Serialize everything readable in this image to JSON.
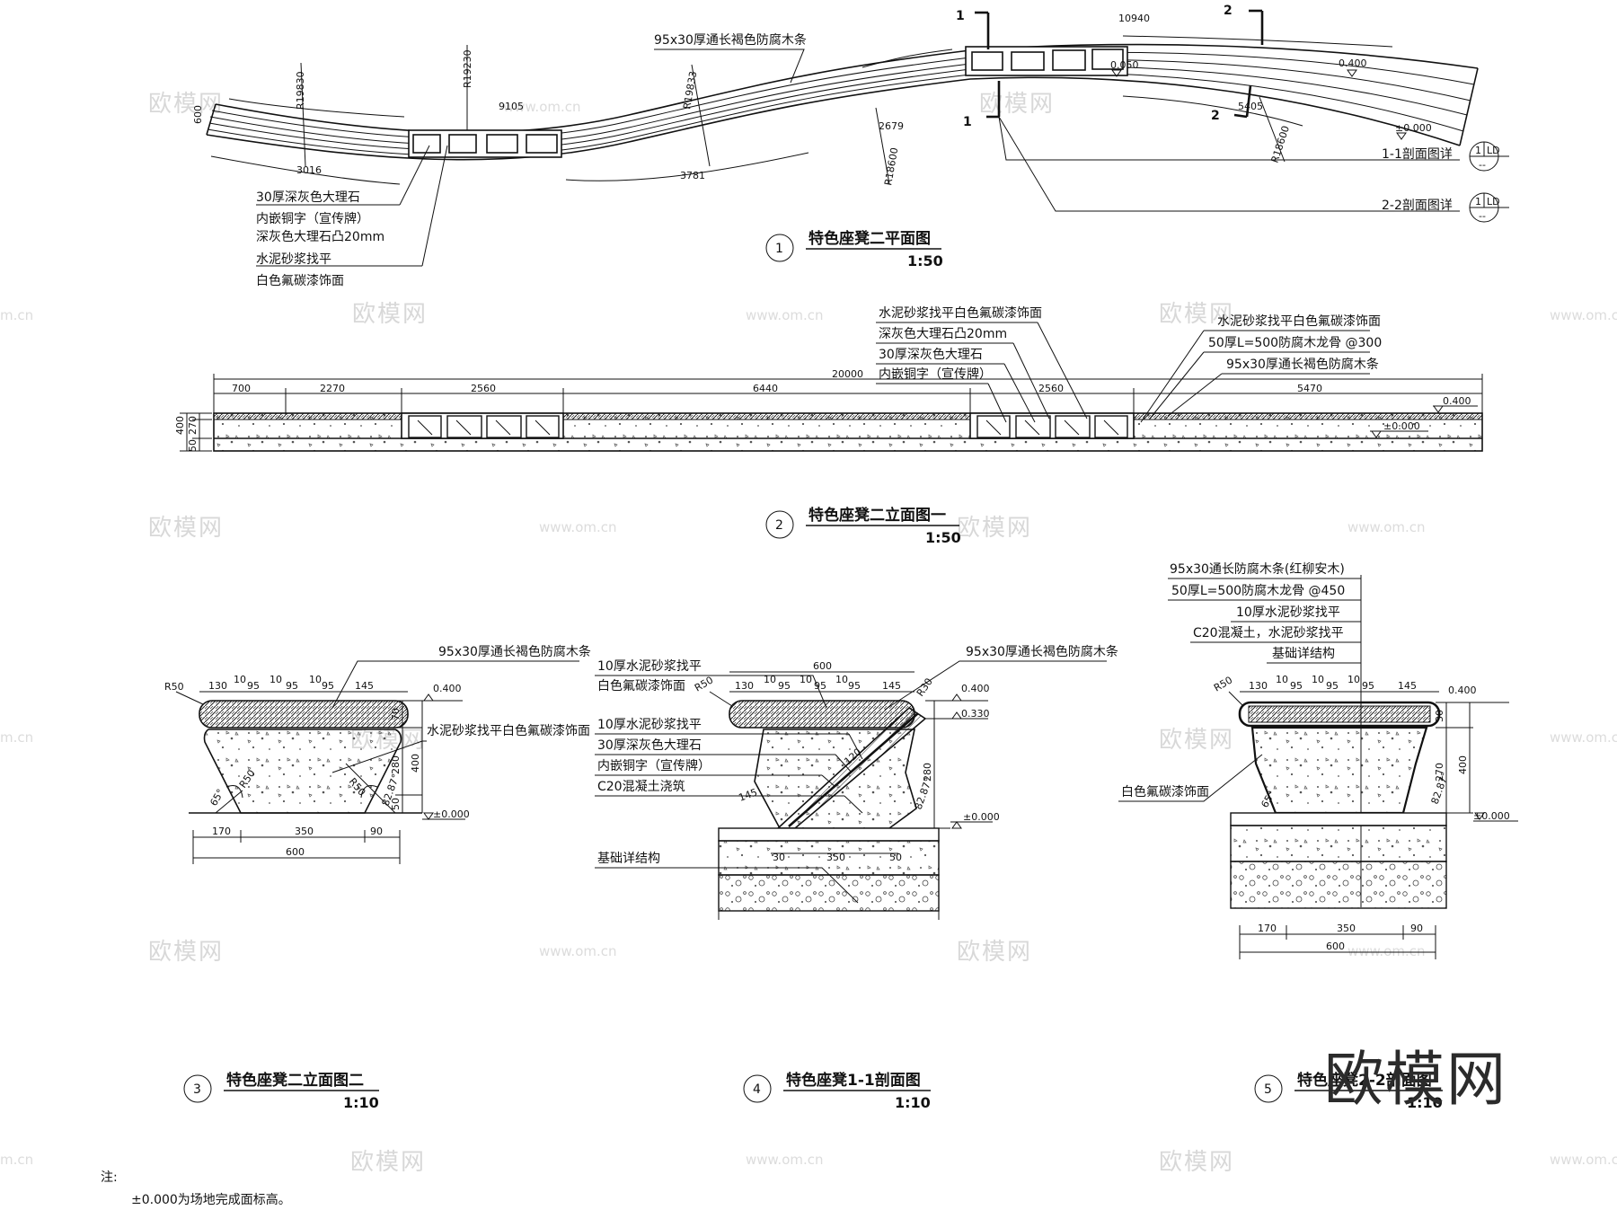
{
  "watermark": {
    "brand": "欧模网",
    "url": "www.om.cn",
    "url_edge": "m.cn",
    "logo": "欧模网"
  },
  "plan": {
    "number": "1",
    "title": "特色座凳二平面图",
    "scale": "1:50",
    "wood_label": "95x30厚通长褐色防腐木条",
    "leaders": [
      "30厚深灰色大理石",
      "内嵌铜字（宣传牌）",
      "深灰色大理石凸20mm",
      "水泥砂浆找平",
      "白色氟碳漆饰面"
    ],
    "radii": [
      "R19830",
      "R19230",
      "R19833",
      "R18600",
      "R18600"
    ],
    "dims": [
      "600",
      "3016",
      "9105",
      "3781",
      "2679",
      "10940",
      "5405"
    ],
    "levels": [
      "0.400",
      "0.050",
      "±0.000"
    ],
    "cut_marks": [
      "1",
      "1",
      "2",
      "2"
    ],
    "refs": [
      {
        "text": "1-1剖面图详",
        "num": "1",
        "code": "LD",
        "sub": "--"
      },
      {
        "text": "2-2剖面图详",
        "num": "1",
        "code": "LD",
        "sub": "--"
      }
    ]
  },
  "elev1": {
    "number": "2",
    "title": "特色座凳二立面图一",
    "scale": "1:50",
    "total": "20000",
    "segments": [
      "700",
      "2270",
      "2560",
      "6440",
      "2560",
      "5470"
    ],
    "left_dims": [
      "400",
      "270",
      "50"
    ],
    "labels_a": [
      "水泥砂浆找平白色氟碳漆饰面",
      "深灰色大理石凸20mm",
      "30厚深灰色大理石",
      "内嵌铜字（宣传牌）"
    ],
    "labels_b": [
      "水泥砂浆找平白色氟碳漆饰面",
      "50厚L=500防腐木龙骨 @300",
      "95x30厚通长褐色防腐木条"
    ],
    "levels": [
      "0.400",
      "±0.000"
    ]
  },
  "elev2": {
    "number": "3",
    "title": "特色座凳二立面图二",
    "scale": "1:10",
    "labels": [
      "95x30厚通长褐色防腐木条",
      "水泥砂浆找平白色氟碳漆饰面"
    ],
    "top_dims": [
      "130",
      "10",
      "95",
      "10",
      "95",
      "10",
      "95",
      "145"
    ],
    "bottom_dims": [
      "170",
      "350",
      "90"
    ],
    "total": "600",
    "right_dims": [
      "70",
      "280",
      "50"
    ],
    "height": "400",
    "radii": [
      "R50",
      "R50",
      "R50"
    ],
    "angles": [
      "65°",
      "82.87°"
    ],
    "levels": [
      "0.400",
      "±0.000"
    ]
  },
  "sec1": {
    "number": "4",
    "title": "特色座凳1-1剖面图",
    "scale": "1:10",
    "labels_top": [
      "10厚水泥砂浆找平",
      "白色氟碳漆饰面"
    ],
    "labels_mid": [
      "10厚水泥砂浆找平",
      "30厚深灰色大理石",
      "内嵌铜字（宣传牌）",
      "C20混凝土浇筑"
    ],
    "label_base": "基础详结构",
    "label_wood": "95x30厚通长褐色防腐木条",
    "width": "600",
    "top_dims": [
      "130",
      "10",
      "95",
      "10",
      "95",
      "10",
      "95",
      "145"
    ],
    "inner_dims": [
      "30",
      "350",
      "50"
    ],
    "right_dims": [
      "280"
    ],
    "mid_dims": [
      "120",
      "145"
    ],
    "radii": [
      "R50",
      "R30"
    ],
    "angle": "82.87°",
    "levels": [
      "0.400",
      "0.330",
      "±0.000"
    ]
  },
  "sec2": {
    "number": "5",
    "title": "特色座凳2-2剖面图",
    "scale": "1:10",
    "labels": [
      "95x30通长防腐木条(红柳安木)",
      "50厚L=500防腐木龙骨 @450",
      "10厚水泥砂浆找平",
      "C20混凝土，水泥砂浆找平",
      "基础详结构"
    ],
    "label_side": "白色氟碳漆饰面",
    "top_dims": [
      "130",
      "10",
      "95",
      "10",
      "95",
      "10",
      "95",
      "145"
    ],
    "bottom_dims": [
      "170",
      "350",
      "90"
    ],
    "total": "600",
    "right_dims": [
      "30",
      "270"
    ],
    "height": "400",
    "radii": [
      "R50"
    ],
    "angles": [
      "65°",
      "82.87°"
    ],
    "levels": [
      "0.400",
      "±0.000"
    ]
  },
  "note": {
    "head": "注:",
    "line": "±0.000为场地完成面标高。"
  }
}
